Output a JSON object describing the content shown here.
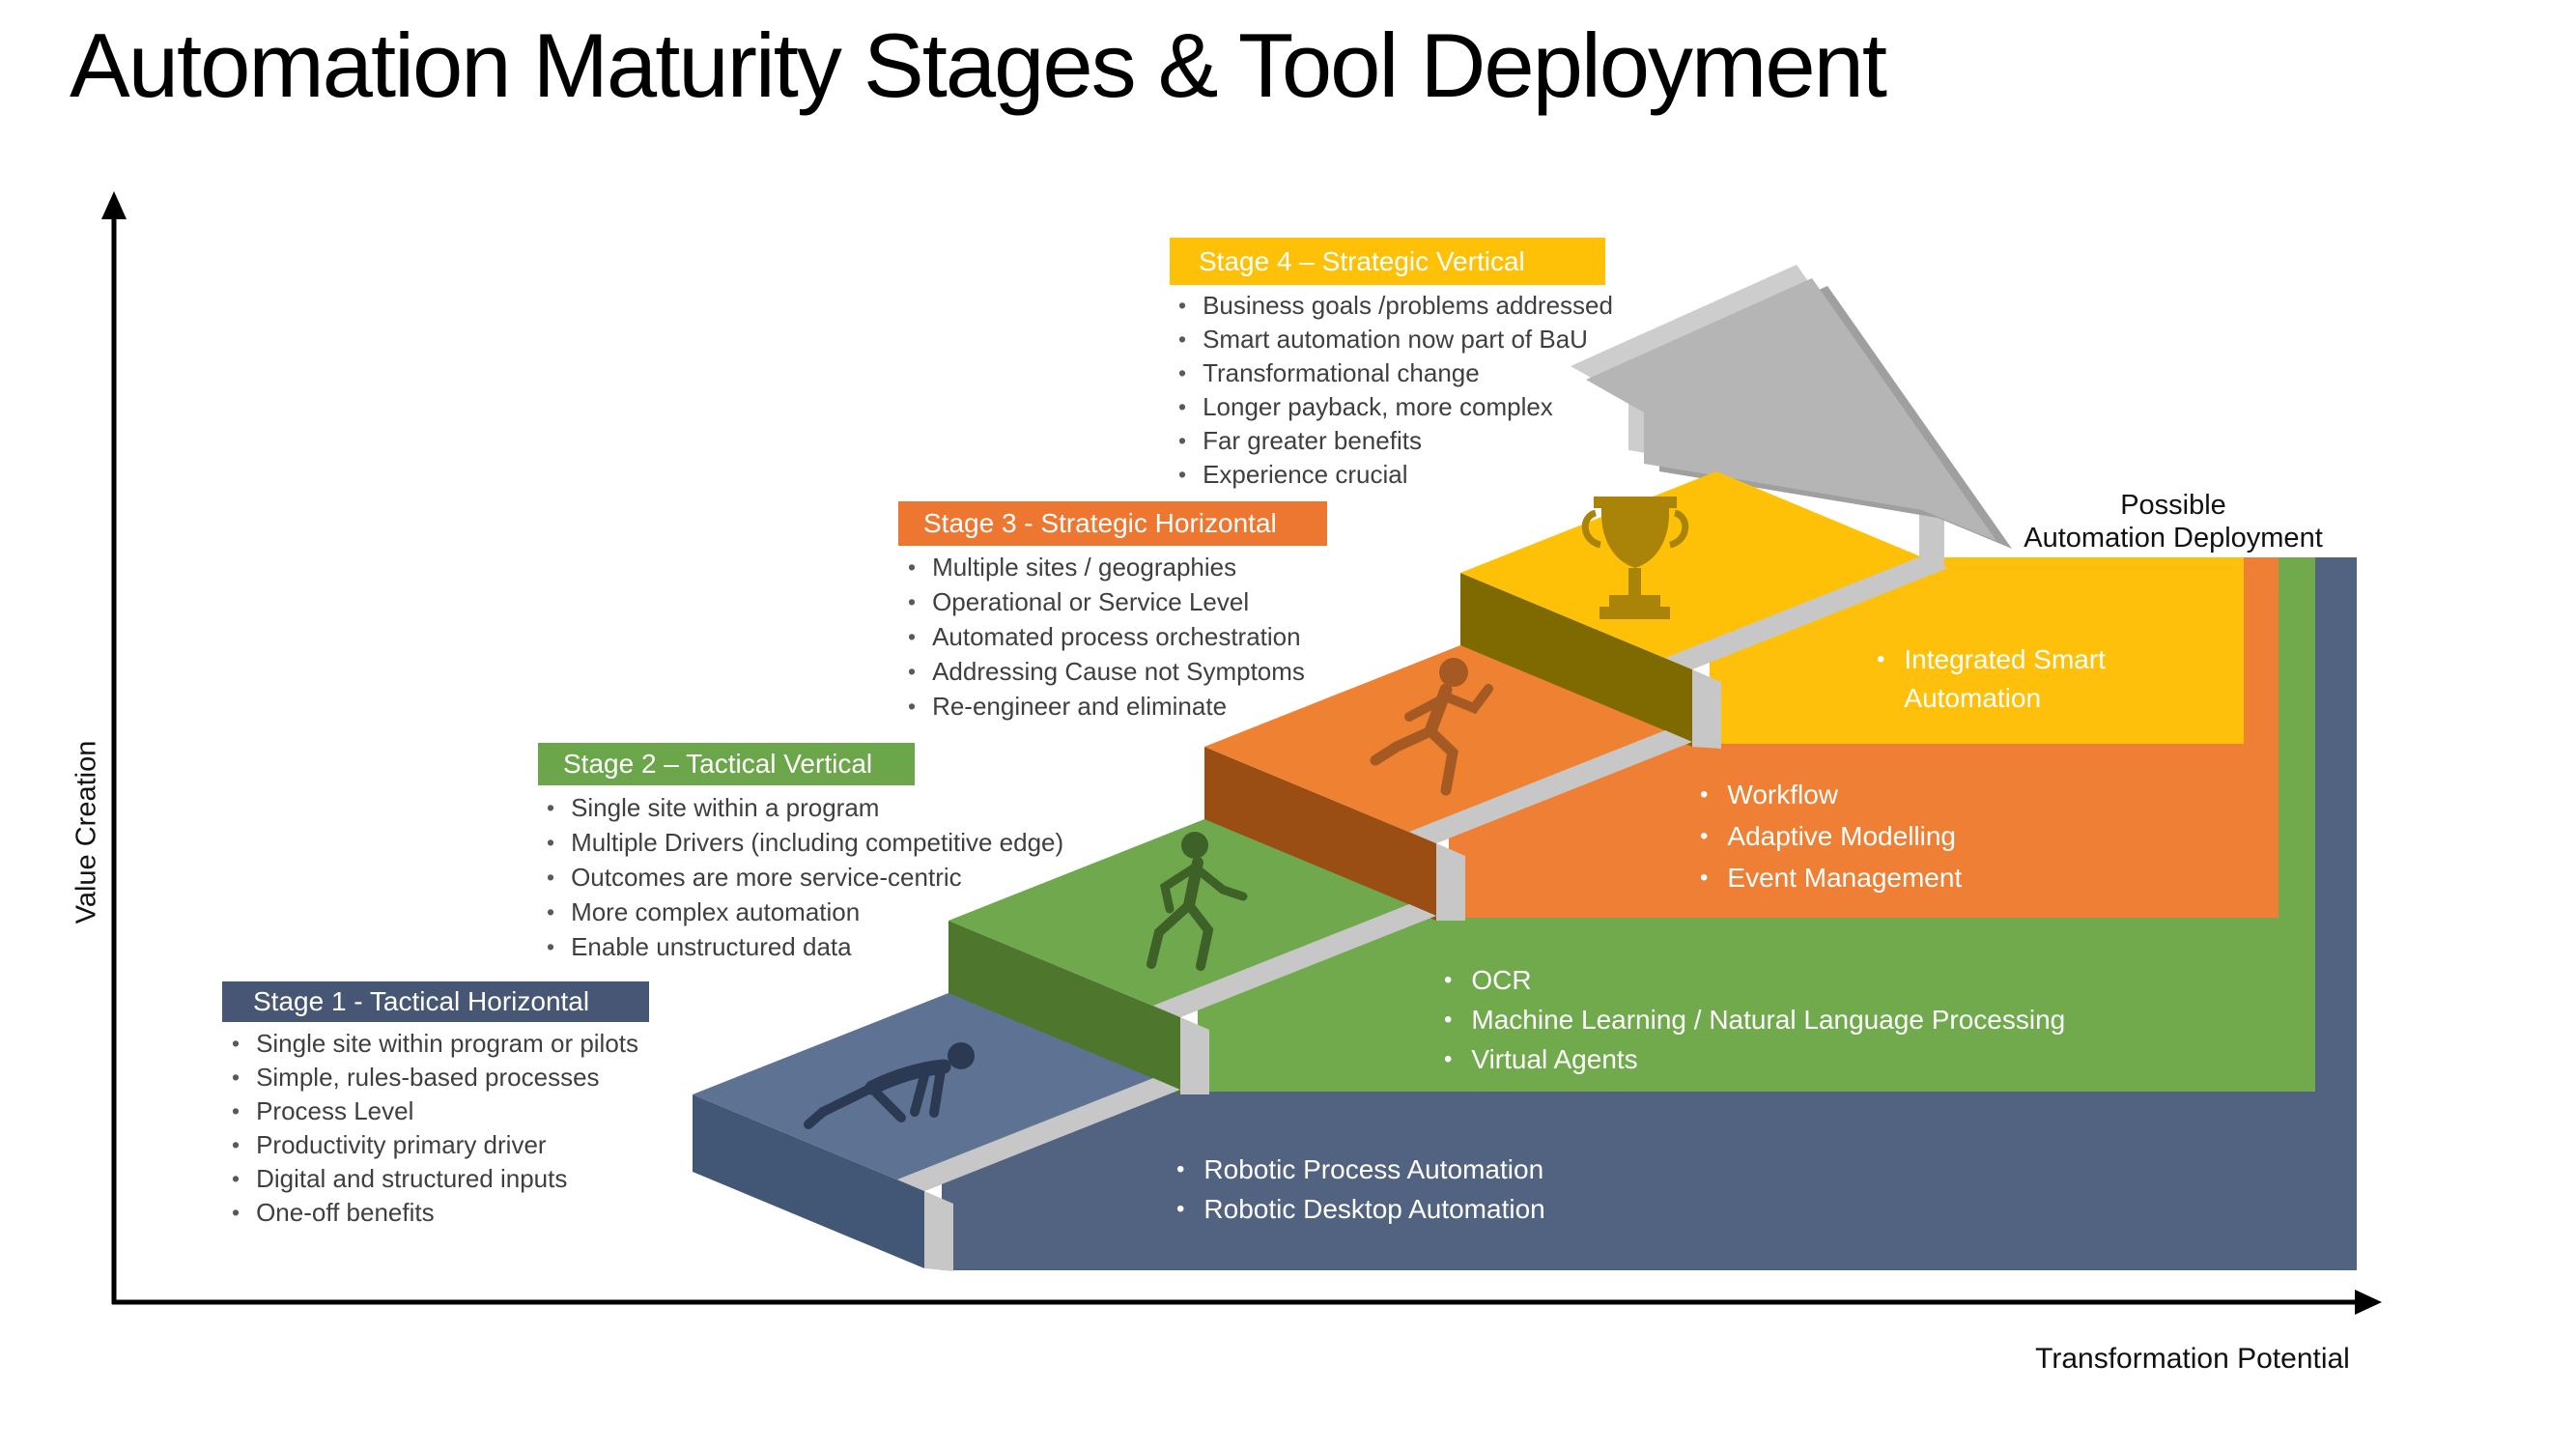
{
  "title": "Automation Maturity Stages & Tool Deployment",
  "axes": {
    "y_label": "Value Creation",
    "x_label": "Transformation Potential"
  },
  "deployment_heading": {
    "line1": "Possible",
    "line2": "Automation Deployment"
  },
  "stages": [
    {
      "id": "stage-1",
      "label": "Stage 1 - Tactical Horizontal",
      "color": "#465674",
      "icon": "crawling-person-icon",
      "bullets": [
        "Single site within program or pilots",
        "Simple, rules-based processes",
        "Process Level",
        "Productivity primary driver",
        "Digital and structured inputs",
        "One-off benefits"
      ]
    },
    {
      "id": "stage-2",
      "label": "Stage 2 – Tactical Vertical",
      "color": "#6CA64B",
      "icon": "walking-person-icon",
      "bullets": [
        "Single site within a program",
        "Multiple Drivers (including competitive edge)",
        "Outcomes are more service-centric",
        "More complex automation",
        "Enable unstructured data"
      ]
    },
    {
      "id": "stage-3",
      "label": "Stage 3 - Strategic Horizontal",
      "color": "#ED7631",
      "icon": "running-person-icon",
      "bullets": [
        "Multiple sites / geographies",
        "Operational or Service Level",
        "Automated process orchestration",
        "Addressing Cause not Symptoms",
        "Re-engineer and eliminate"
      ]
    },
    {
      "id": "stage-4",
      "label": "Stage 4 – Strategic Vertical",
      "color": "#FFC107",
      "icon": "trophy-icon",
      "bullets": [
        "Business goals /problems addressed",
        "Smart automation now part of BaU",
        "Transformational change",
        "Longer payback, more complex",
        "Far greater benefits",
        "Experience crucial"
      ]
    }
  ],
  "deployments": [
    {
      "id": "rpa",
      "color": "#516380",
      "items": [
        "Robotic Process Automation",
        "Robotic Desktop Automation"
      ]
    },
    {
      "id": "intelligent-capture",
      "color": "#70AA4D",
      "items": [
        "OCR",
        "Machine Learning / Natural Language Processing",
        "Virtual Agents"
      ]
    },
    {
      "id": "workflow",
      "color": "#EE7F34",
      "items": [
        "Workflow",
        "Adaptive Modelling",
        "Event Management"
      ]
    },
    {
      "id": "smart-automation",
      "color": "#FFC00C",
      "items": [
        "Integrated Smart Automation"
      ]
    }
  ],
  "palette": {
    "step_blue_top": "#5E7293",
    "step_blue_front": "#425676",
    "step_green_top": "#70A84E",
    "step_green_front": "#4E762C",
    "step_orange_top": "#EE8132",
    "step_orange_front": "#9B4E13",
    "step_yellow_top": "#FFC008",
    "step_yellow_front": "#7E6A00",
    "path_gray": "#C7C7C7",
    "arrow_gray": "#B5B5B5",
    "text_gray": "#3F3F3F"
  }
}
